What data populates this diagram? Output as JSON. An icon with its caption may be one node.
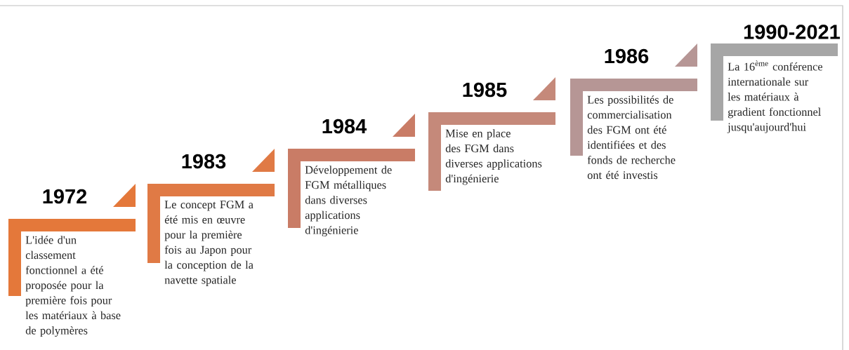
{
  "diagram": {
    "nodes": [
      {
        "text": [
          "1972",
          "L'idée d'un classement fonctionnel a été proposée pour la première fois pour les matériaux à base de polymères"
        ]
      },
      {
        "text": [
          "1983",
          "Le concept FGM a été mis en œuvre pour la première fois au Japon pour la conception de la navette spatiale"
        ]
      },
      {
        "text": [
          "1984",
          "Développement de FGM métalliques dans diverses applications d'ingénierie"
        ]
      },
      {
        "text": [
          "1985",
          "Mise en place des FGM dans diverses applications d'ingénierie"
        ]
      },
      {
        "text": [
          "1986",
          "Les possibilités de commercialisation des FGM ont été identifiées et des fonds de recherche ont été investis"
        ]
      },
      {
        "text": [
          "1990-2021",
          "La 16$^{ème}$ conférence internationale sur les matériaux à gradient fonctionnel jusqu'aujourd'hui"
        ]
      }
    ]
  }
}
